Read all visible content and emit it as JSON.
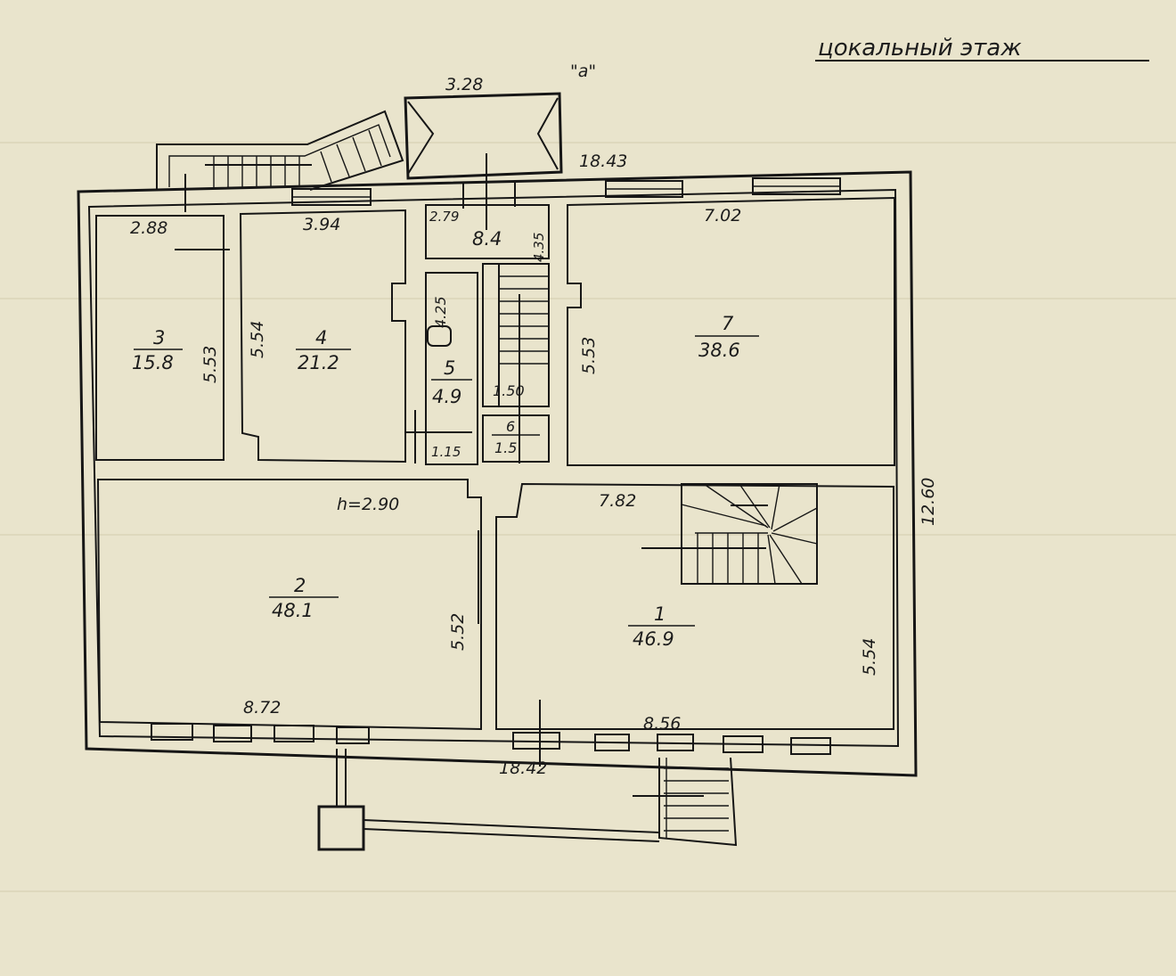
{
  "title": "цокальный этаж",
  "facade_label": "\"a\"",
  "dimensions": {
    "top_overall": "18.43",
    "bottom_overall": "18.42",
    "right_overall": "12.60",
    "porch_width": "3.28",
    "ceiling_height": "h=2.90"
  },
  "rooms": [
    {
      "num": "1",
      "area": "46.9",
      "width": "8.56",
      "depth": "5.54",
      "stair_width": "7.82"
    },
    {
      "num": "2",
      "area": "48.1",
      "width": "8.72",
      "depth": "5.52"
    },
    {
      "num": "3",
      "area": "15.8",
      "width": "2.88",
      "depth": "5.53"
    },
    {
      "num": "4",
      "area": "21.2",
      "width": "3.94",
      "depth": "5.54"
    },
    {
      "num": "5",
      "area": "4.9",
      "width": "1.15",
      "depth": "4.25"
    },
    {
      "num": "6",
      "area": "1.5",
      "width": "1.50"
    },
    {
      "num": "7",
      "area": "38.6",
      "width": "7.02",
      "depth": "5.53"
    },
    {
      "num": "",
      "area": "8.4",
      "width": "2.79",
      "depth": "4.35"
    }
  ]
}
